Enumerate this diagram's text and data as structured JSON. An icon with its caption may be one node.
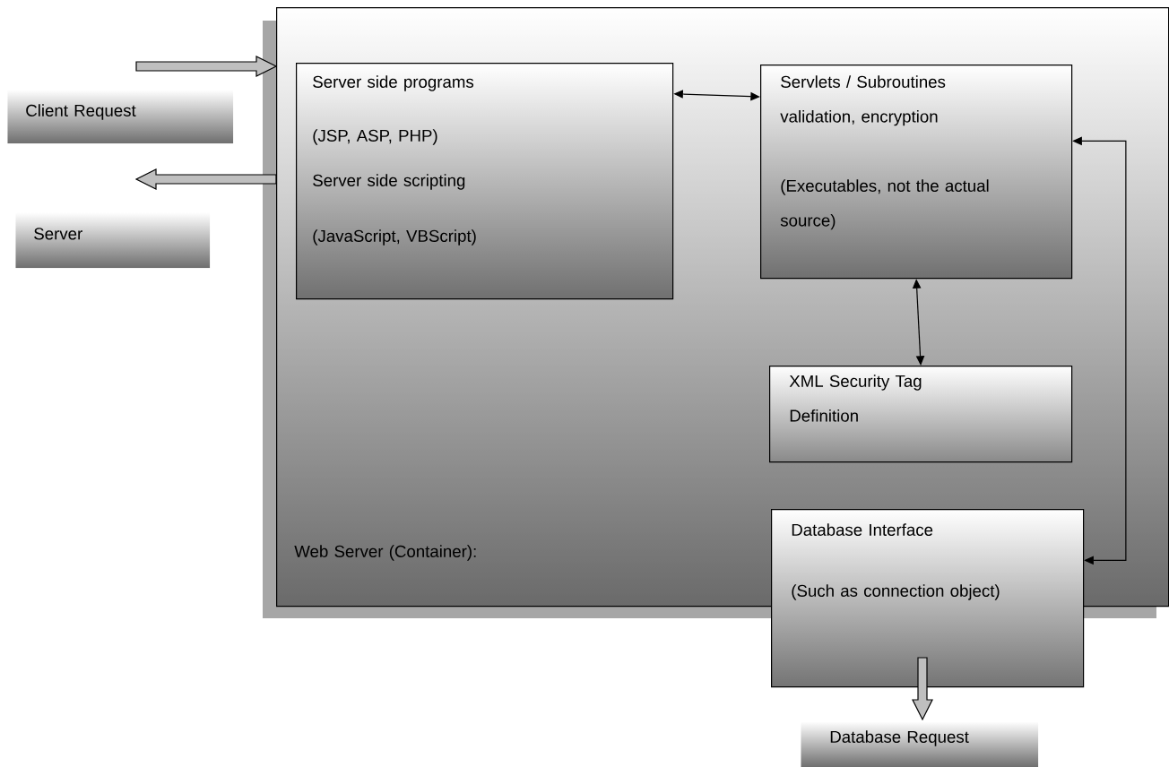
{
  "diagram": {
    "nodes": [
      {
        "text": [
          "Web Server (Container):"
        ]
      },
      {
        "text": [
          "Server side programs",
          "(JSP, ASP, PHP)",
          "Server side scripting",
          "(JavaScript, VBScript)"
        ],
        "in": 0
      },
      {
        "text": [
          "Servlets / Subroutines validation, encryption",
          "(Executables, not the actual source)"
        ],
        "in": 0
      },
      {
        "text": [
          "XML Security Tag Definition"
        ],
        "in": 0
      },
      {
        "text": [
          "Database Interface",
          "(Such as connection object)"
        ]
      },
      {
        "text": [
          "Client Request"
        ]
      },
      {
        "text": [
          "Server"
        ]
      },
      {
        "text": [
          "Database Request"
        ]
      }
    ],
    "edges": [
      {
        "from": 5,
        "to": 0,
        "arrow": "to",
        "style": "thick"
      },
      {
        "from": 0,
        "to": 6,
        "arrow": "to",
        "style": "thick"
      },
      {
        "from": 1,
        "to": 2,
        "arrow": "both"
      },
      {
        "from": 2,
        "to": 3,
        "arrow": "both"
      },
      {
        "from": 4,
        "to": 2,
        "arrow": "both"
      },
      {
        "from": 4,
        "to": 7,
        "arrow": "to",
        "style": "thick"
      }
    ]
  }
}
